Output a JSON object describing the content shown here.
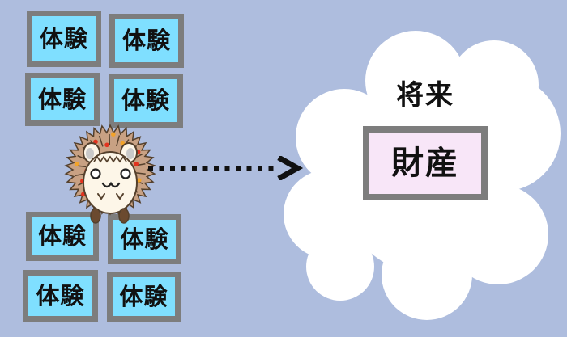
{
  "experience_boxes": {
    "labels": [
      "体験",
      "体験",
      "体験",
      "体験",
      "体験",
      "体験",
      "体験",
      "体験"
    ]
  },
  "future": {
    "heading": "将来",
    "asset_label": "財産"
  },
  "icons": {
    "character": "hedgehog-illustration",
    "arrow": "dotted-right-arrow-icon",
    "cloud": "thought-cloud-shape"
  },
  "colors": {
    "background": "#aebdde",
    "box_fill": "#7fdfff",
    "box_border": "#7d7d7d",
    "asset_fill": "#f8e6f8",
    "cloud_fill": "#ffffff",
    "text": "#111111",
    "arrow": "#111111",
    "hedgehog_body": "#c8a183",
    "hedgehog_face": "#fdf6e8",
    "hedgehog_dot_red": "#e2331f",
    "hedgehog_dot_orange": "#f2a32a"
  }
}
